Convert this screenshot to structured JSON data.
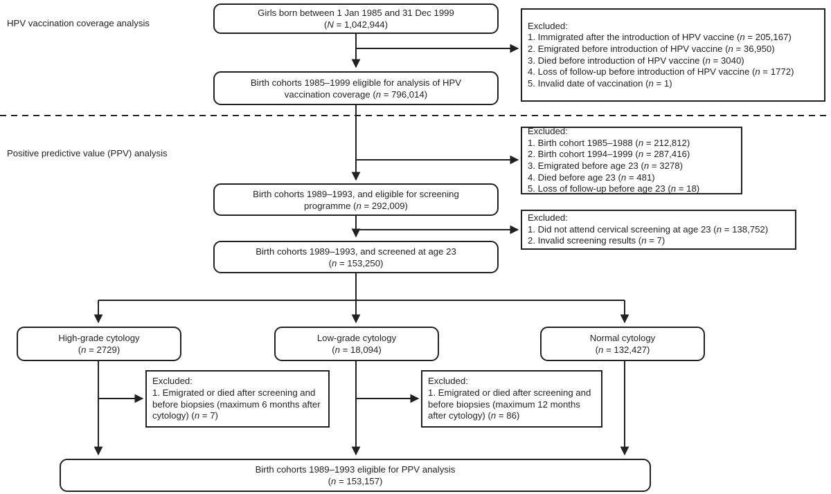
{
  "figure": {
    "title_sections": [
      {
        "id": "hpv",
        "label": "HPV vaccination coverage analysis"
      },
      {
        "id": "ppv",
        "label": "Positive predictive value (PPV) analysis"
      }
    ],
    "colors": {
      "stroke": "#231f20",
      "background": "#ffffff",
      "text": "#231f20"
    }
  },
  "nodes": {
    "source_cohort": {
      "line1": "Girls born between 1 Jan 1985 and 31 Dec 1999",
      "line2_prefix": "(",
      "line2_italic": "N",
      "line2_suffix": " = 1,042,944)"
    },
    "eligible_coverage": {
      "line1": "Birth cohorts 1985–1999 eligible for analysis of HPV",
      "line2_prefix": "vaccination coverage (",
      "line2_italic": "n",
      "line2_suffix": " = 796,014)"
    },
    "eligible_screening": {
      "line1": "Birth cohorts 1989–1993, and eligible for screening",
      "line2_prefix": "programme (",
      "line2_italic": "n",
      "line2_suffix": " = 292,009)"
    },
    "screened_age23": {
      "line1": "Birth cohorts 1989–1993, and screened at age 23",
      "line2_prefix": "(",
      "line2_italic": "n",
      "line2_suffix": " = 153,250)"
    },
    "high_grade": {
      "line1": "High-grade cytology",
      "line2_prefix": "(",
      "line2_italic": "n",
      "line2_suffix": " = 2729)"
    },
    "low_grade": {
      "line1": "Low-grade cytology",
      "line2_prefix": "(",
      "line2_italic": "n",
      "line2_suffix": " = 18,094)"
    },
    "normal": {
      "line1": "Normal cytology",
      "line2_prefix": "(",
      "line2_italic": "n",
      "line2_suffix": " = 132,427)"
    },
    "final_ppv": {
      "line1": "Birth cohorts 1989–1993 eligible for PPV analysis",
      "line2_prefix": "(",
      "line2_italic": "n",
      "line2_suffix": " = 153,157)"
    }
  },
  "excluded_boxes": {
    "coverage": {
      "heading": "Excluded:",
      "items": [
        {
          "text": "1. Immigrated after the introduction of HPV vaccine (",
          "italic": "n",
          "tail": " = 205,167)"
        },
        {
          "text": "2. Emigrated before introduction of HPV vaccine (",
          "italic": "n",
          "tail": " = 36,950)"
        },
        {
          "text": "3. Died before introduction of HPV vaccine (",
          "italic": "n",
          "tail": " = 3040)"
        },
        {
          "text": "4. Loss of follow-up before introduction of HPV vaccine (",
          "italic": "n",
          "tail": " = 1772)"
        },
        {
          "text": "5. Invalid date of vaccination (",
          "italic": "n",
          "tail": " = 1)"
        }
      ]
    },
    "screening_eligibility": {
      "heading": "Excluded:",
      "items": [
        {
          "text": "1. Birth cohort 1985–1988 (",
          "italic": "n",
          "tail": " = 212,812)"
        },
        {
          "text": "2. Birth cohort 1994–1999 (",
          "italic": "n",
          "tail": " = 287,416)"
        },
        {
          "text": "3. Emigrated before age 23 (",
          "italic": "n",
          "tail": " = 3278)"
        },
        {
          "text": "4. Died before age 23 (",
          "italic": "n",
          "tail": " = 481)"
        },
        {
          "text": "5. Loss of follow-up before age 23 (",
          "italic": "n",
          "tail": " = 18)"
        }
      ]
    },
    "screening_attendance": {
      "heading": "Excluded:",
      "items": [
        {
          "text": "1. Did not attend cervical screening at age 23 (",
          "italic": "n",
          "tail": " = 138,752)"
        },
        {
          "text": "2. Invalid screening results (",
          "italic": "n",
          "tail": " = 7)"
        }
      ]
    },
    "high_grade_followup": {
      "heading": "Excluded:",
      "items": [
        {
          "text": "1. Emigrated or died after screening and before biopsies (maximum 6 months after cytology) (",
          "italic": "n",
          "tail": " = 7)"
        }
      ]
    },
    "low_grade_followup": {
      "heading": "Excluded:",
      "items": [
        {
          "text": "1. Emigrated or died after screening and before biopsies (maximum 12 months after cytology) (",
          "italic": "n",
          "tail": " = 86)"
        }
      ]
    }
  },
  "chart_data": {
    "type": "flowchart",
    "title": "Study population flowchart",
    "sections": [
      "HPV vaccination coverage analysis",
      "Positive predictive value (PPV) analysis"
    ],
    "nodes": [
      {
        "id": "source_cohort",
        "label": "Girls born between 1 Jan 1985 and 31 Dec 1999",
        "count_symbol": "N",
        "count": 1042944
      },
      {
        "id": "eligible_coverage",
        "label": "Birth cohorts 1985–1999 eligible for analysis of HPV vaccination coverage",
        "count_symbol": "n",
        "count": 796014
      },
      {
        "id": "eligible_screening",
        "label": "Birth cohorts 1989–1993, and eligible for screening programme",
        "count_symbol": "n",
        "count": 292009
      },
      {
        "id": "screened_age23",
        "label": "Birth cohorts 1989–1993, and screened at age 23",
        "count_symbol": "n",
        "count": 153250
      },
      {
        "id": "high_grade",
        "label": "High-grade cytology",
        "count_symbol": "n",
        "count": 2729
      },
      {
        "id": "low_grade",
        "label": "Low-grade cytology",
        "count_symbol": "n",
        "count": 18094
      },
      {
        "id": "normal",
        "label": "Normal cytology",
        "count_symbol": "n",
        "count": 132427
      },
      {
        "id": "final_ppv",
        "label": "Birth cohorts 1989–1993 eligible for PPV analysis",
        "count_symbol": "n",
        "count": 153157
      }
    ],
    "exclusions": [
      {
        "from": "source_cohort",
        "reason": "Immigrated after the introduction of HPV vaccine",
        "count": 205167
      },
      {
        "from": "source_cohort",
        "reason": "Emigrated before introduction of HPV vaccine",
        "count": 36950
      },
      {
        "from": "source_cohort",
        "reason": "Died before introduction of HPV vaccine",
        "count": 3040
      },
      {
        "from": "source_cohort",
        "reason": "Loss of follow-up before introduction of HPV vaccine",
        "count": 1772
      },
      {
        "from": "source_cohort",
        "reason": "Invalid date of vaccination",
        "count": 1
      },
      {
        "from": "eligible_coverage",
        "reason": "Birth cohort 1985–1988",
        "count": 212812
      },
      {
        "from": "eligible_coverage",
        "reason": "Birth cohort 1994–1999",
        "count": 287416
      },
      {
        "from": "eligible_coverage",
        "reason": "Emigrated before age 23",
        "count": 3278
      },
      {
        "from": "eligible_coverage",
        "reason": "Died before age 23",
        "count": 481
      },
      {
        "from": "eligible_coverage",
        "reason": "Loss of follow-up before age 23",
        "count": 18
      },
      {
        "from": "eligible_screening",
        "reason": "Did not attend cervical screening at age 23",
        "count": 138752
      },
      {
        "from": "eligible_screening",
        "reason": "Invalid screening results",
        "count": 7
      },
      {
        "from": "high_grade",
        "reason": "Emigrated or died after screening and before biopsies (maximum 6 months after cytology)",
        "count": 7
      },
      {
        "from": "low_grade",
        "reason": "Emigrated or died after screening and before biopsies (maximum 12 months after cytology)",
        "count": 86
      }
    ],
    "edges": [
      {
        "from": "source_cohort",
        "to": "eligible_coverage"
      },
      {
        "from": "eligible_coverage",
        "to": "eligible_screening"
      },
      {
        "from": "eligible_screening",
        "to": "screened_age23"
      },
      {
        "from": "screened_age23",
        "to": "high_grade"
      },
      {
        "from": "screened_age23",
        "to": "low_grade"
      },
      {
        "from": "screened_age23",
        "to": "normal"
      },
      {
        "from": "high_grade",
        "to": "final_ppv"
      },
      {
        "from": "low_grade",
        "to": "final_ppv"
      },
      {
        "from": "normal",
        "to": "final_ppv"
      }
    ]
  }
}
